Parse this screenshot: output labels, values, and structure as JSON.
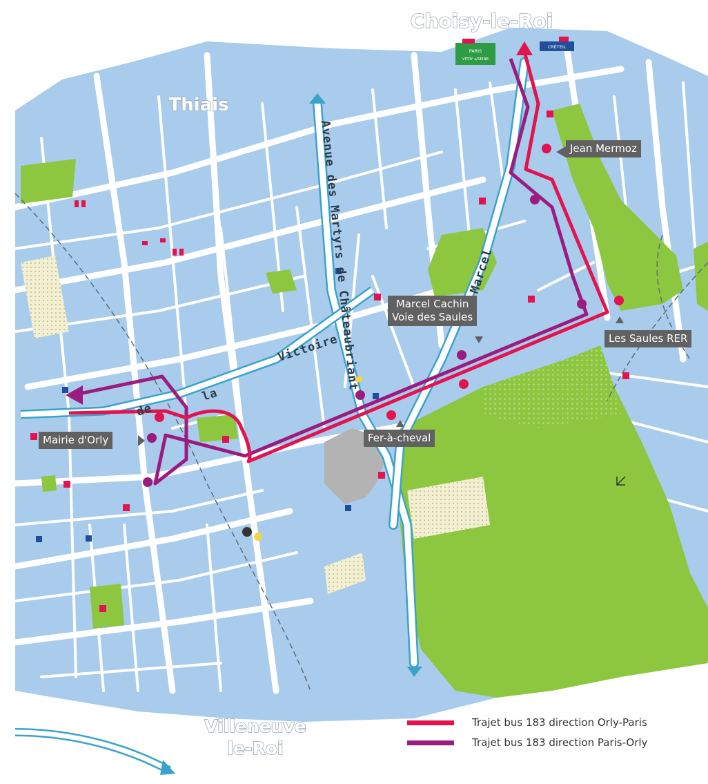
{
  "towns": {
    "choisy": "Choisy-le-Roi",
    "thiais": "Thiais",
    "villeneuve_1": "Villeneuve",
    "villeneuve_2": "le-Roi"
  },
  "streets": {
    "martyrs": "Avenue des Martyrs de Châteaubriant",
    "victoire_1": "de",
    "victoire_2": "la",
    "victoire_3": "Victoire",
    "marcel": "Marcel"
  },
  "stops": {
    "jean_mermoz": "Jean Mermoz",
    "marcel_cachin_1": "Marcel Cachin",
    "marcel_cachin_2": "Voie des Saules",
    "les_saules": "Les Saules RER",
    "mairie": "Mairie d'Orly",
    "fer_a_cheval": "Fer-à-cheval"
  },
  "signs": {
    "paris": "PARIS",
    "vitry": "VITRY s/SEINE",
    "creteil": "CRÉTEIL"
  },
  "legend": {
    "red": "Trajet bus 183 direction Orly-Paris",
    "purple": "Trajet bus 183 direction Paris-Orly"
  },
  "colors": {
    "route_red": "#e3134f",
    "route_purple": "#9b1b7e",
    "blocks": "#a9cbec",
    "streets": "#ffffff",
    "parks": "#8dc63f",
    "avenue_outline": "#3aa3c9",
    "label_bg": "#616161"
  }
}
